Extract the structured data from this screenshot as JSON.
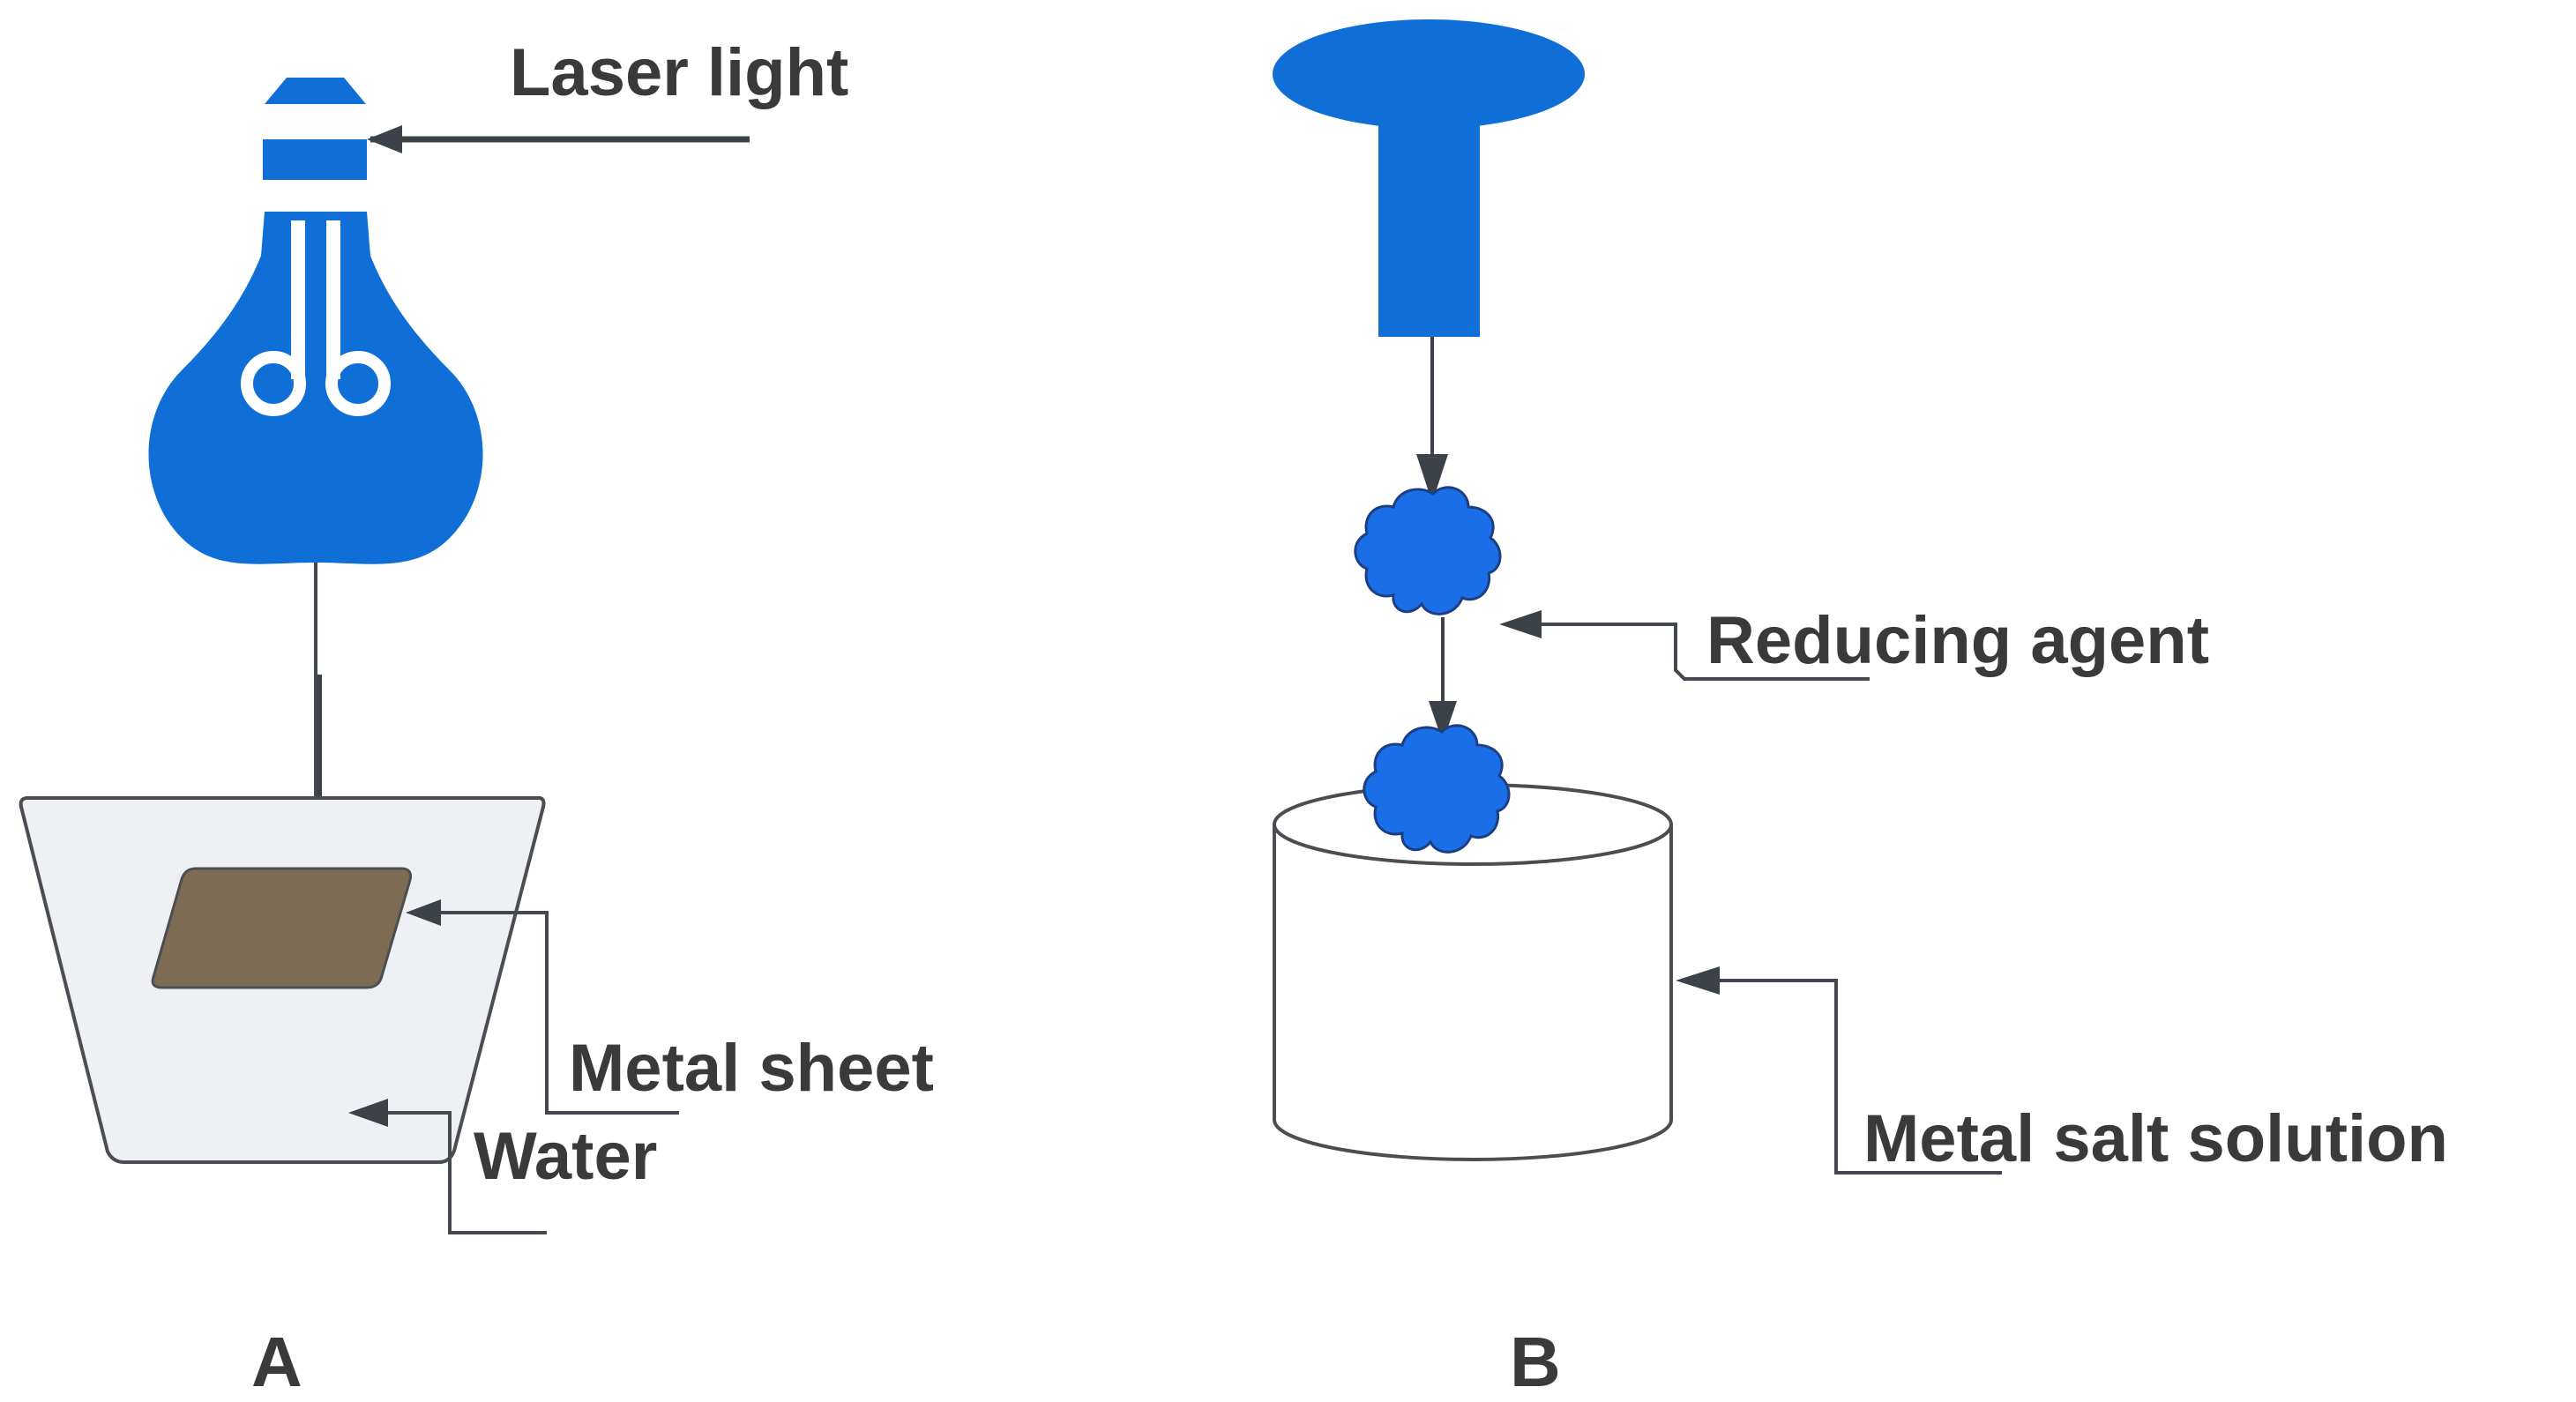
{
  "labels": {
    "laser_light": "Laser light",
    "metal_sheet": "Metal sheet",
    "water": "Water",
    "reducing_agent": "Reducing agent",
    "metal_salt_solution": "Metal salt solution",
    "panel_a": "A",
    "panel_b": "B"
  },
  "colors": {
    "blue": "#0f6fd6",
    "cloud_blue": "#1a6fe8",
    "metal_sheet": "#7d6b54",
    "beaker_fill": "#eef0f3",
    "line": "#44484f",
    "text": "#3a3a3a"
  }
}
